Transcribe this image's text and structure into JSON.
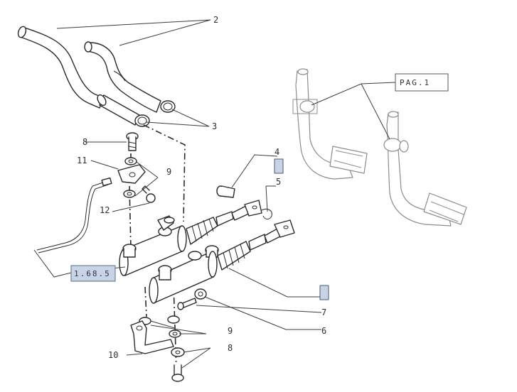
{
  "diagram": {
    "callouts": [
      {
        "id": "c2",
        "label": "2"
      },
      {
        "id": "c3",
        "label": "3"
      },
      {
        "id": "c4",
        "label": "4"
      },
      {
        "id": "c5",
        "label": "5"
      },
      {
        "id": "c6",
        "label": "6"
      },
      {
        "id": "c7",
        "label": "7"
      },
      {
        "id": "c8a",
        "label": "8"
      },
      {
        "id": "c8b",
        "label": "8"
      },
      {
        "id": "c9a",
        "label": "9"
      },
      {
        "id": "c9b",
        "label": "9"
      },
      {
        "id": "c10",
        "label": "10"
      },
      {
        "id": "c11",
        "label": "11"
      },
      {
        "id": "c12",
        "label": "12"
      }
    ],
    "references": {
      "pag": "PAG.1",
      "section": "1.68.5"
    }
  }
}
